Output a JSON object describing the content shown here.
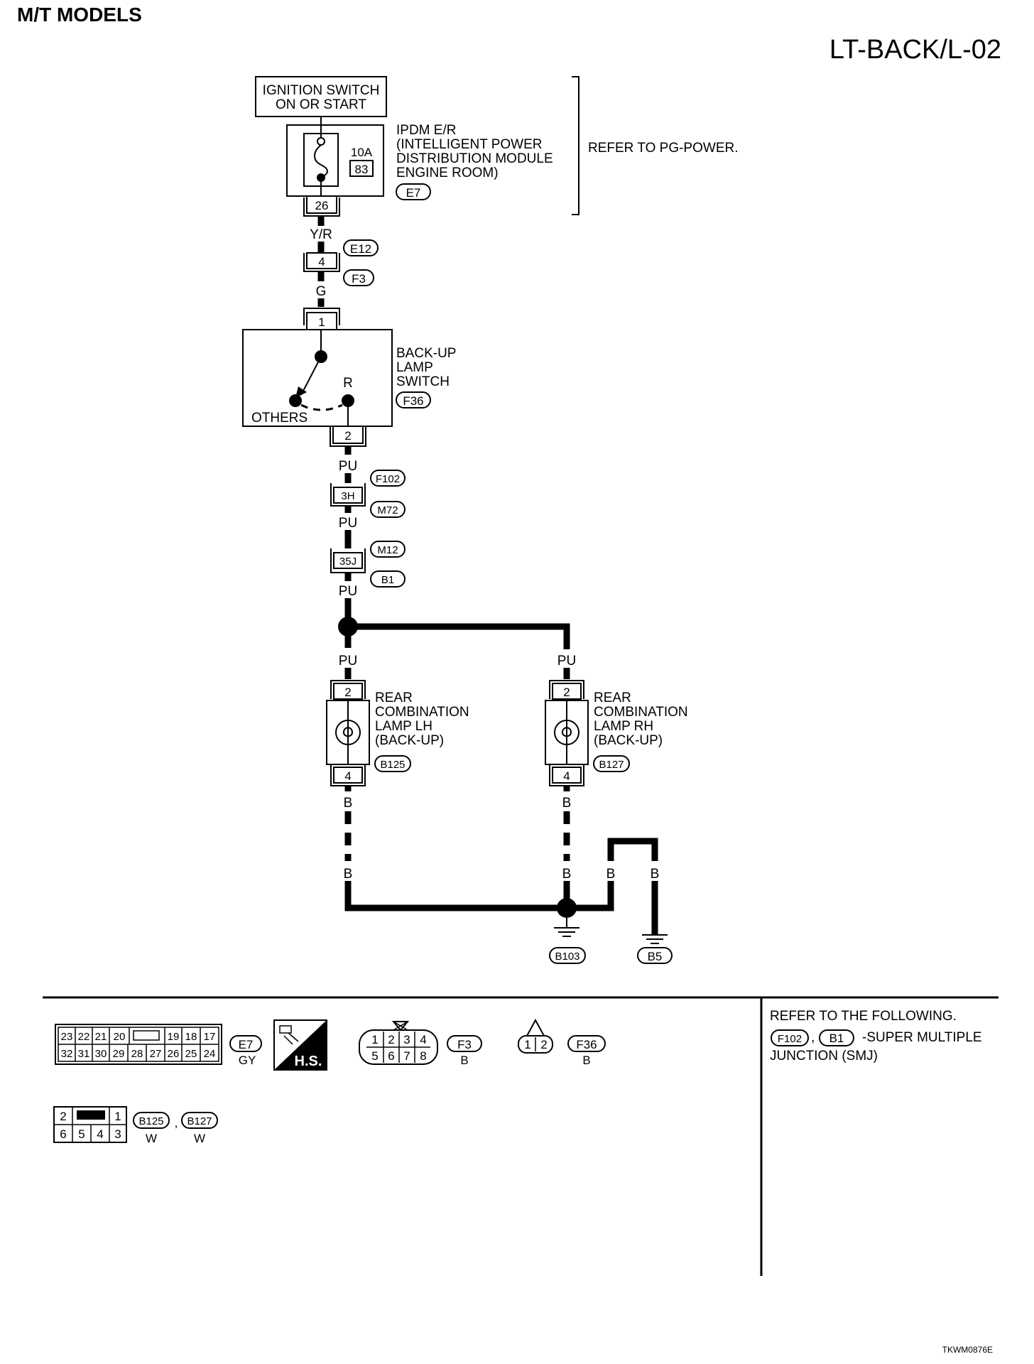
{
  "header": {
    "title": "M/T MODELS",
    "page_id": "LT-BACK/L-02"
  },
  "footer": {
    "code": "TKWM0876E"
  },
  "power": {
    "ignition_line1": "IGNITION SWITCH",
    "ignition_line2": "ON OR START",
    "ipdm_lines": [
      "IPDM E/R",
      "(INTELLIGENT POWER",
      " DISTRIBUTION MODULE",
      " ENGINE ROOM)"
    ],
    "ipdm_connector": "E7",
    "fuse_rating": "10A",
    "fuse_number": "83",
    "ipdm_terminal": "26",
    "refer_note": "REFER TO PG-POWER."
  },
  "connectors": {
    "c1_terminal": "4",
    "c1_top": "E12",
    "c1_bottom": "F3",
    "c2_terminal": "3H",
    "c2_top": "F102",
    "c2_bottom": "M72",
    "c3_terminal": "35J",
    "c3_top": "M12",
    "c3_bottom": "B1"
  },
  "wire_colors": {
    "yr": "Y/R",
    "g": "G",
    "pu1": "PU",
    "pu2": "PU",
    "pu3": "PU",
    "pu_lh": "PU",
    "pu_rh": "PU",
    "b_lh_top": "B",
    "b_lh_mid": "B",
    "b_rh_top": "B",
    "b_rh_mid": "B",
    "b_gnd1": "B",
    "b_gnd2": "B"
  },
  "switch": {
    "label_lines": [
      "BACK-UP",
      "LAMP",
      "SWITCH"
    ],
    "connector": "F36",
    "terminal_in": "1",
    "terminal_out": "2",
    "pos_r": "R",
    "pos_others": "OTHERS"
  },
  "lamps": {
    "lh_lines": [
      "REAR",
      "COMBINATION",
      "LAMP LH",
      "(BACK-UP)"
    ],
    "lh_connector": "B125",
    "lh_term_top": "2",
    "lh_term_bottom": "4",
    "rh_lines": [
      "REAR",
      "COMBINATION",
      "LAMP RH",
      "(BACK-UP)"
    ],
    "rh_connector": "B127",
    "rh_term_top": "2",
    "rh_term_bottom": "4"
  },
  "grounds": {
    "g1": "B103",
    "g2": "B5"
  },
  "connector_views": {
    "e7_row1": [
      "23",
      "22",
      "21",
      "20",
      "",
      "19",
      "18",
      "17"
    ],
    "e7_row2": [
      "32",
      "31",
      "30",
      "29",
      "28",
      "27",
      "26",
      "25",
      "24"
    ],
    "e7_name": "E7",
    "e7_color": "GY",
    "hs_label": "H.S.",
    "f3_row1": [
      "1",
      "2",
      "3",
      "4"
    ],
    "f3_row2": [
      "5",
      "6",
      "7",
      "8"
    ],
    "f3_name": "F3",
    "f3_color": "B",
    "f36_cells": [
      "1",
      "2"
    ],
    "f36_name": "F36",
    "f36_color": "B",
    "b125_row1": [
      "2",
      "",
      "1"
    ],
    "b125_row2": [
      "6",
      "5",
      "4",
      "3"
    ],
    "b125_name": "B125",
    "b125_sep": ",",
    "b127_name": "B127",
    "b125_color": "W",
    "b127_color": "W"
  },
  "refer_box": {
    "line1": "REFER TO THE FOLLOWING.",
    "conn1": "F102",
    "sep": ",",
    "conn2": "B1",
    "line2_tail": "-SUPER MULTIPLE",
    "line3": "JUNCTION (SMJ)"
  }
}
